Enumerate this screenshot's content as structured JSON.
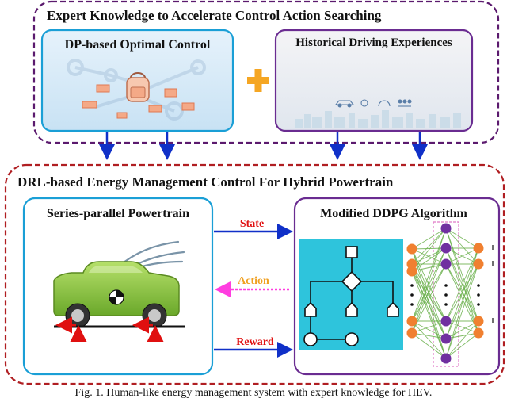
{
  "top_panel": {
    "title": "Expert Knowledge to Accelerate Control Action Searching",
    "left_box_title": "DP-based Optimal Control",
    "right_box_title": "Historical Driving Experiences",
    "plus_symbol": "+"
  },
  "bottom_panel": {
    "title": "DRL-based Energy Management Control For Hybrid Powertrain",
    "left_box_title": "Series-parallel Powertrain",
    "right_box_title": "Modified DDPG Algorithm",
    "arrows": {
      "state": "State",
      "action": "Action",
      "reward": "Reward"
    }
  },
  "caption": "Fig. 1. Human-like energy management system with expert knowledge for HEV.",
  "colors": {
    "top_border": "#5b1a6e",
    "bottom_border": "#b01e22",
    "blue_box_border": "#1a9fd6",
    "purple_box_border": "#6a2c91",
    "arrow_blue": "#1030c8",
    "arrow_pink": "#ff3de0",
    "label_red": "#e01010",
    "label_orange": "#f0a020",
    "plus_orange": "#f5a623",
    "flowchart_bg": "#2ec4dc",
    "car_green": "#8dc63f",
    "node_orange": "#f08030",
    "node_purple": "#7030a0",
    "edge_green": "#6ab04c"
  }
}
